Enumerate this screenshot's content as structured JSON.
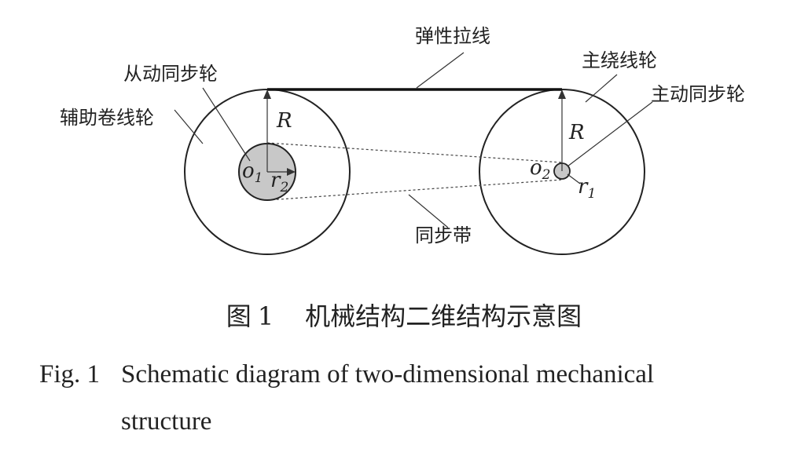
{
  "labels": {
    "elastic_wire": "弹性拉线",
    "main_winding_wheel": "主绕线轮",
    "driving_sync_wheel": "主动同步轮",
    "driven_sync_wheel": "从动同步轮",
    "aux_winding_wheel": "辅助卷线轮",
    "sync_belt": "同步带"
  },
  "symbols": {
    "R": "R",
    "o": "o",
    "r": "r",
    "sub1": "1",
    "sub2": "2"
  },
  "caption": {
    "cn_label": "图",
    "cn_number": "1",
    "cn_title": "机械结构二维结构示意图",
    "en_label": "Fig. 1",
    "en_line1": "Schematic diagram of two-dimensional mechanical",
    "en_line2": "structure"
  }
}
